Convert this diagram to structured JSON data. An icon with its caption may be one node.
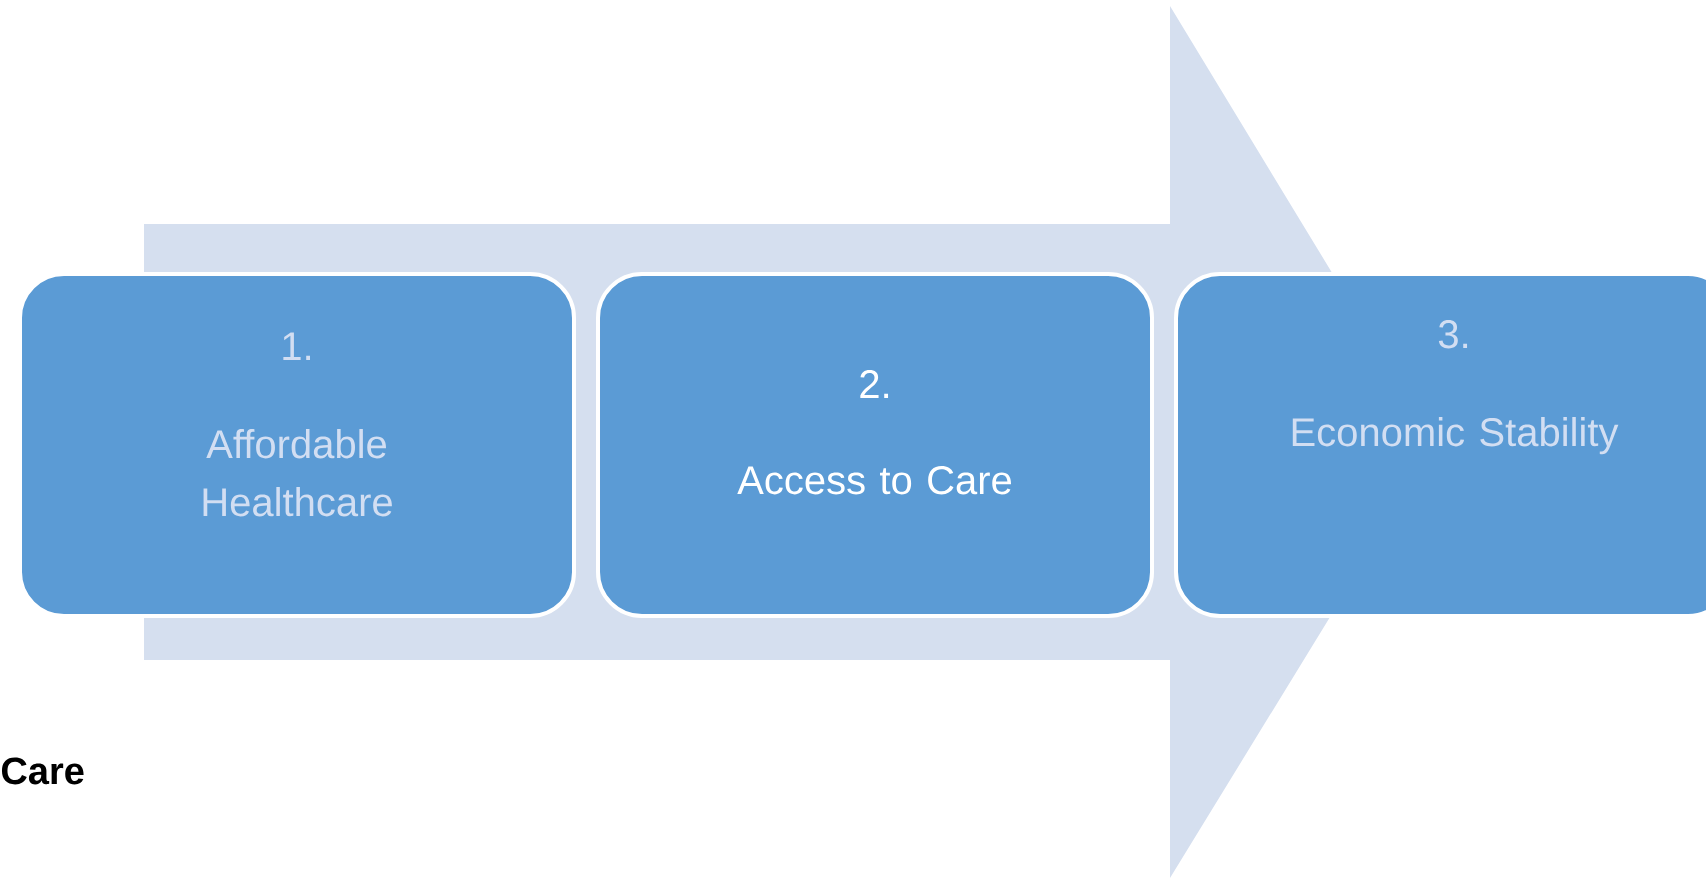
{
  "diagram": {
    "nodes": [
      {
        "text": [
          "1.",
          "Affordable Healthcare"
        ]
      },
      {
        "text": [
          "2.",
          "Access to Care"
        ]
      },
      {
        "text": [
          "3.",
          "Economic Stability"
        ]
      }
    ],
    "edges": [
      {
        "from": 0,
        "to": 2,
        "arrow": "to"
      }
    ],
    "labels": [
      "Care"
    ]
  }
}
